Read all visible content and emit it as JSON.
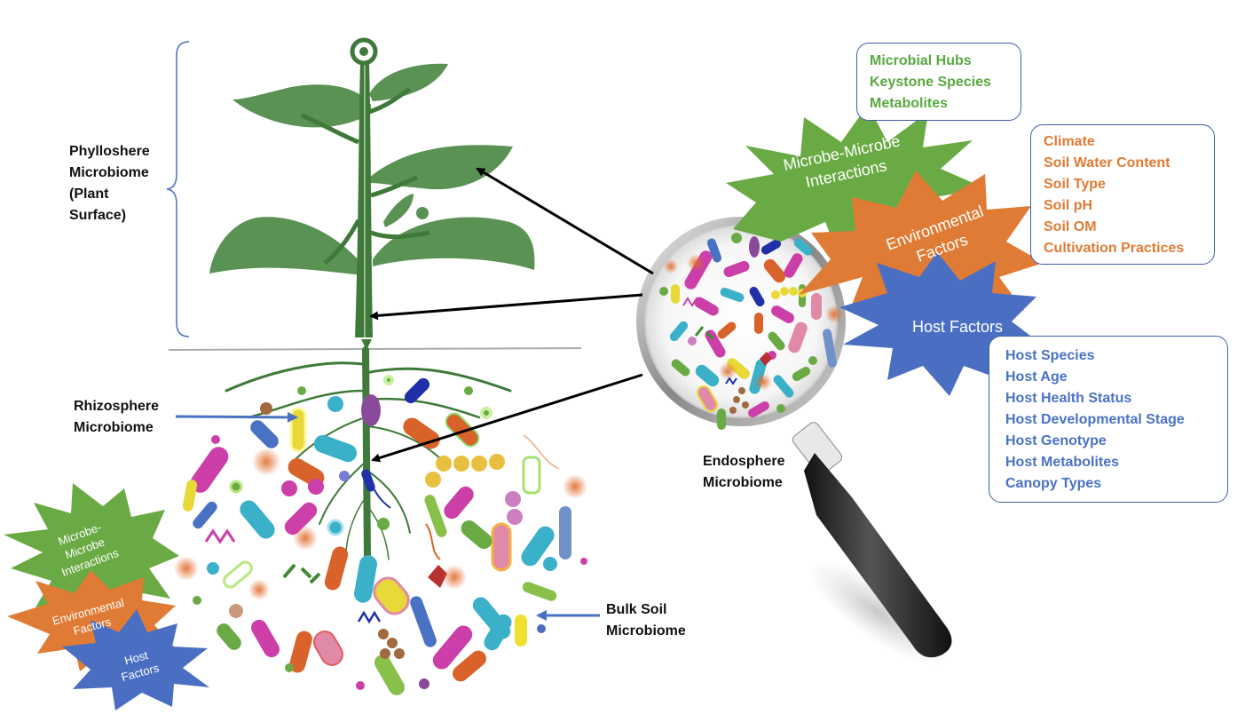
{
  "labels": {
    "phyllosphere": [
      "Phylloshere",
      "Microbiome",
      "(Plant",
      "Surface)"
    ],
    "rhizosphere": [
      "Rhizosphere",
      "Microbiome"
    ],
    "endosphere": [
      "Endosphere",
      "Microbiome"
    ],
    "bulk_soil": [
      "Bulk Soil",
      "Microbiome"
    ]
  },
  "right_bursts": {
    "microbe_microbe": [
      "Microbe-Microbe",
      "Interactions"
    ],
    "environmental": [
      "Environmental",
      "Factors"
    ],
    "host": [
      "Host Factors"
    ]
  },
  "left_bursts": {
    "microbe_microbe": [
      "Microbe-",
      "Microbe",
      "Interactions"
    ],
    "environmental": [
      "Environmental",
      "Factors"
    ],
    "host": [
      "Host",
      "Factors"
    ]
  },
  "boxes": {
    "microbe_interactions": [
      "Microbial Hubs",
      "Keystone Species",
      "Metabolites"
    ],
    "environmental_factors": [
      "Climate",
      "Soil Water Content",
      "Soil Type",
      "Soil pH",
      "Soil OM",
      "Cultivation Practices"
    ],
    "host_factors": [
      "Host Species",
      "Host Age",
      "Host Health Status",
      "Host Developmental Stage",
      "Host Genotype",
      "Host Metabolites",
      "Canopy Types"
    ]
  },
  "colors": {
    "green": "#6aaa44",
    "orange": "#e07b35",
    "blue": "#4a6fc2",
    "plant": "#5a9254",
    "stem": "#3f7a3a",
    "box_border": "#3f5fa8",
    "arrow": "#000000",
    "pointer_arrow": "#4a72c4"
  }
}
